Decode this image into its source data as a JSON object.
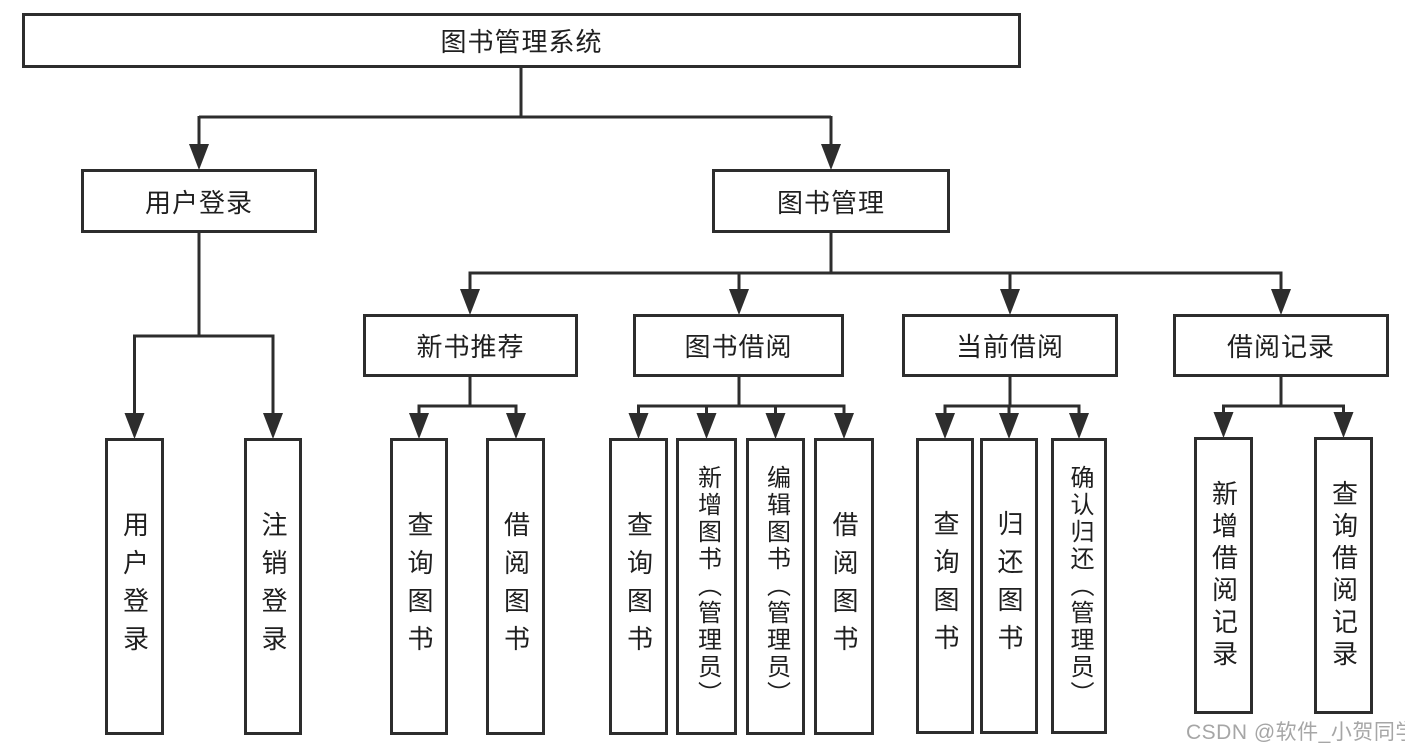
{
  "diagram_title": "图书管理系统",
  "nodes": {
    "root": {
      "label": "图书管理系统"
    },
    "user_login": {
      "label": "用户登录"
    },
    "book_mgmt": {
      "label": "图书管理"
    },
    "new_book_rec": {
      "label": "新书推荐"
    },
    "book_borrow": {
      "label": "图书借阅"
    },
    "current_borrow": {
      "label": "当前借阅"
    },
    "borrow_record": {
      "label": "借阅记录"
    },
    "leaf_user_login": {
      "label": "用户登录"
    },
    "leaf_logout": {
      "label": "注销登录"
    },
    "leaf_query_books_a": {
      "label": "查询图书"
    },
    "leaf_borrow_books_a": {
      "label": "借阅图书"
    },
    "leaf_query_books_b": {
      "label": "查询图书"
    },
    "leaf_add_books": {
      "label": "新增图书（管理员）"
    },
    "leaf_edit_books": {
      "label": "编辑图书（管理员）"
    },
    "leaf_borrow_books_b": {
      "label": "借阅图书"
    },
    "leaf_query_books_c": {
      "label": "查询图书"
    },
    "leaf_return_books": {
      "label": "归还图书"
    },
    "leaf_confirm_return": {
      "label": "确认归还（管理员）"
    },
    "leaf_add_borrow_record": {
      "label": "新增借阅记录"
    },
    "leaf_query_borrow_record": {
      "label": "查询借阅记录"
    }
  },
  "hierarchy": {
    "图书管理系统": {
      "用户登录": [
        "用户登录",
        "注销登录"
      ],
      "图书管理": {
        "新书推荐": [
          "查询图书",
          "借阅图书"
        ],
        "图书借阅": [
          "查询图书",
          "新增图书（管理员）",
          "编辑图书（管理员）",
          "借阅图书"
        ],
        "当前借阅": [
          "查询图书",
          "归还图书",
          "确认归还（管理员）"
        ],
        "借阅记录": [
          "新增借阅记录",
          "查询借阅记录"
        ]
      }
    }
  },
  "watermark": {
    "text": "CSDN @软件_小贺同学"
  },
  "colors": {
    "line": "#2d2d2d",
    "box_border": "#2d2d2d",
    "text": "#1f1f1f",
    "watermark": "#a6a6a6",
    "background": "#ffffff"
  }
}
